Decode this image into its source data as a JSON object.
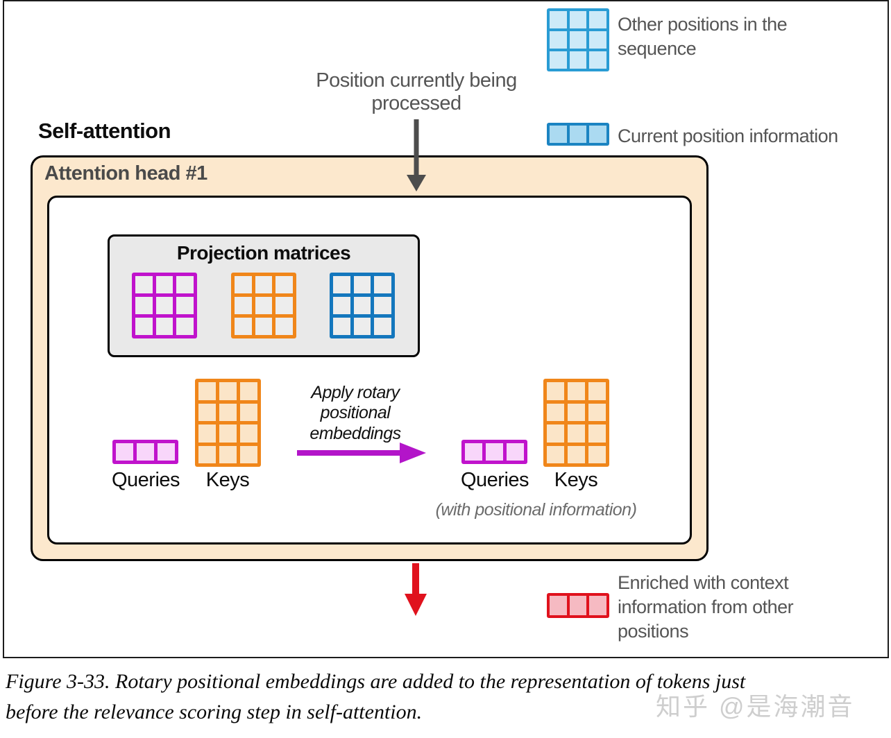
{
  "colors": {
    "peach": "#fce8cd",
    "graybox": "#e9e9e9",
    "magenta": "#c013cc",
    "magenta_fill": "#f8d6fa",
    "magenta_arrow": "#b315c9",
    "orange": "#f0861a",
    "orange_fill": "#fbe5c8",
    "blue": "#1477bd",
    "lightblue_line": "#299cd4",
    "lightblue_fill": "#cdeaf8",
    "bluerow_line": "#1b84c2",
    "bluerow_fill": "#abdaf1",
    "red": "#e0121d",
    "red_fill": "#f6bac2",
    "proj_cell": "#ededed",
    "gray_text": "#555555",
    "dim_text": "#6b6b6b",
    "arrow_gray": "#4d4d4d",
    "watermark": "#c9c9c9"
  },
  "legend": {
    "other_positions": "Other positions in the sequence",
    "current_position": "Current position information",
    "enriched": "Enriched with context information from other positions"
  },
  "header": {
    "position_processing": "Position currently being processed",
    "self_attention": "Self-attention"
  },
  "attention_head": {
    "title": "Attention head #1",
    "projection_title": "Projection matrices",
    "queries_left": "Queries",
    "keys_left": "Keys",
    "apply_rotary": "Apply rotary positional embeddings",
    "queries_right": "Queries",
    "keys_right": "Keys",
    "with_positional": "(with positional information)"
  },
  "caption": {
    "line1": "Figure 3-33. Rotary positional embeddings are added to the representation of tokens just",
    "line2": "before the relevance scoring step in self-attention."
  },
  "watermark": "知乎 @是海潮音"
}
